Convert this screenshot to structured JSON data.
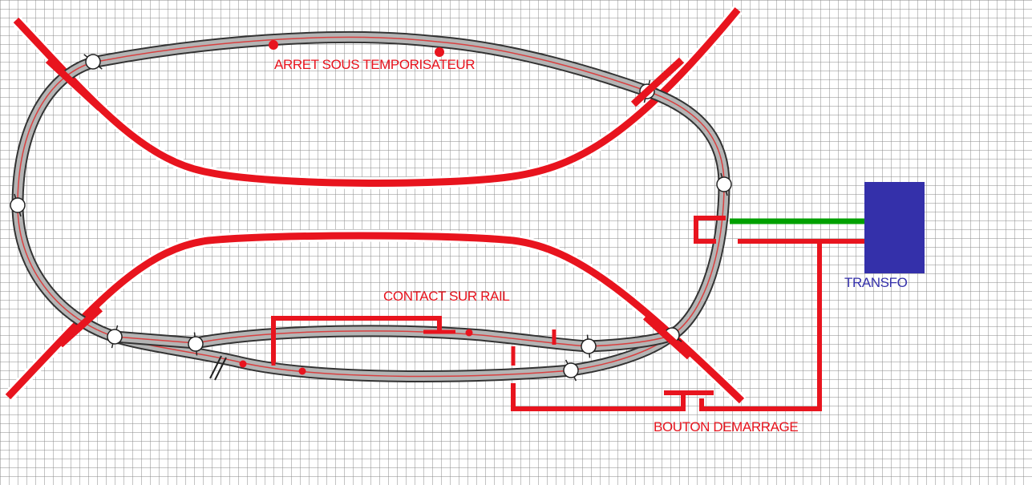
{
  "labels": {
    "stop_timer": "ARRET SOUS TEMPORISATEUR",
    "rail_contact": "CONTACT SUR RAIL",
    "start_button": "BOUTON DEMARRAGE",
    "transformer": "TRANSFO"
  },
  "colors": {
    "grid_line": "#8a8a8a",
    "track_ballast": "#333333",
    "track_bed": "#b4b4b4",
    "track_center": "#d94040",
    "wiring": "#e8141e",
    "ground_wire": "#00a000",
    "transformer": "#3430aa",
    "transformer_label": "#3430aa",
    "label": "#e8141e"
  },
  "icons": {
    "rail_joiner": "rail-joiner-icon",
    "isolating_gap": "isolating-gap-icon",
    "stop_point": "stop-point-icon"
  }
}
